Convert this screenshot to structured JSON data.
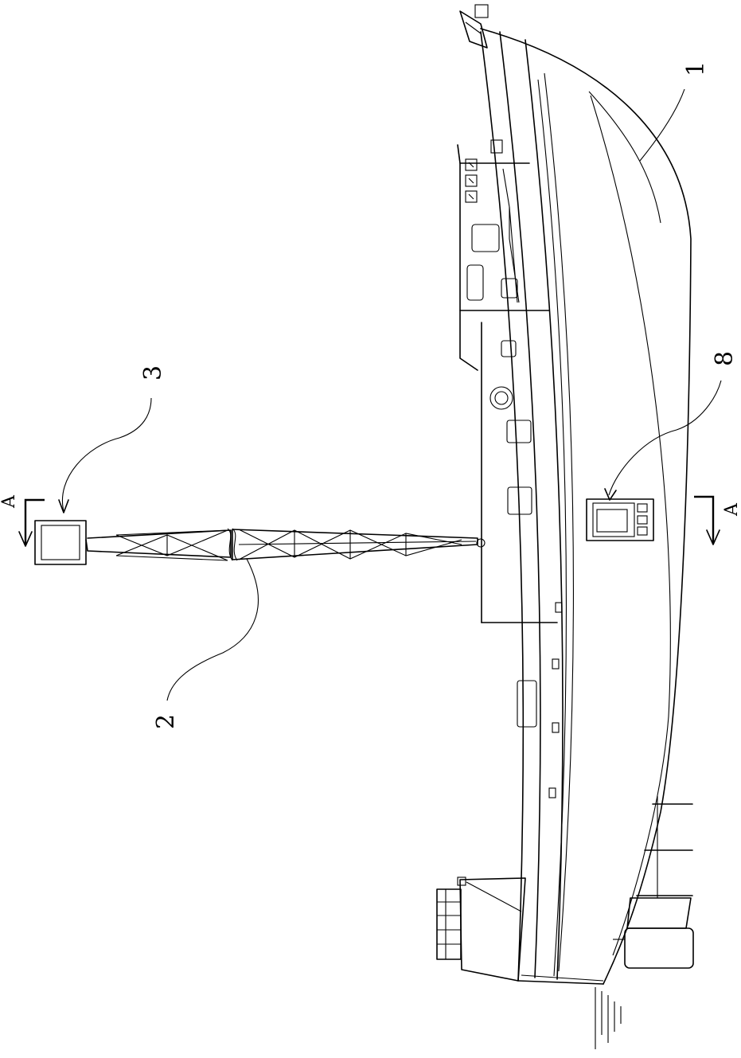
{
  "labels": {
    "hull": "1",
    "boom": "2",
    "box": "3",
    "module": "8",
    "section_left": "A",
    "section_right": "A"
  }
}
